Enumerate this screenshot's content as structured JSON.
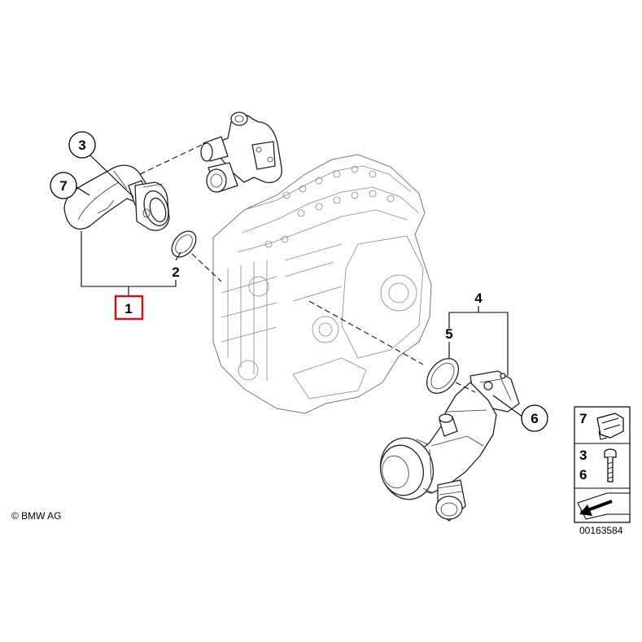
{
  "callouts": {
    "c1": "1",
    "c2": "2",
    "c3": "3",
    "c4": "4",
    "c5": "5",
    "c6": "6",
    "c7": "7"
  },
  "highlight_color": "#d4101a",
  "legend": {
    "row1_label": "7",
    "row2_label_a": "3",
    "row2_label_b": "6"
  },
  "copyright": "© BMW AG",
  "diagram_number": "00163584"
}
